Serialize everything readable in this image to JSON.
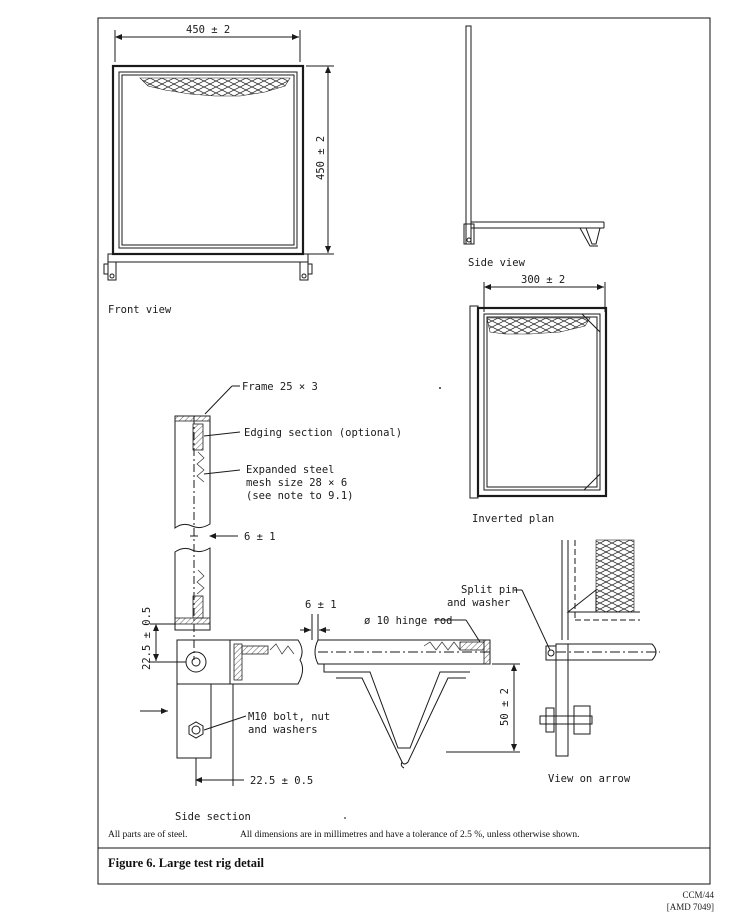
{
  "dims": {
    "front_width": "450 ± 2",
    "front_height": "450 ± 2",
    "plan_width": "300 ± 2",
    "gap_6_1": "6 ± 1",
    "gap_6_1b": "6 ± 1",
    "d_22_5a": "22.5 ± 0.5",
    "d_22_5b": "22.5 ± 0.5",
    "d_50_2": "50 ± 2"
  },
  "labels": {
    "front_view": "Front view",
    "side_view": "Side view",
    "inverted_plan": "Inverted plan",
    "side_section": "Side section",
    "view_on_arrow": "View on arrow",
    "frame": "Frame 25 × 3",
    "edging": "Edging section (optional)",
    "mesh_1": "Expanded steel",
    "mesh_2": "mesh size 28 × 6",
    "mesh_3": "(see note to 9.1)",
    "split_pin_1": "Split pin",
    "split_pin_2": "and washer",
    "hinge_rod": "ø 10 hinge rod",
    "bolt_1": "M10 bolt, nut",
    "bolt_2": "and washers"
  },
  "notes": {
    "steel": "All parts are of steel.",
    "dimensions": "All dimensions are in millimetres and have a tolerance of 2.5 %, unless otherwise shown."
  },
  "caption": "Figure 6. Large test rig detail",
  "ref": {
    "line1": "CCM/44",
    "line2": "[AMD 7049]"
  }
}
